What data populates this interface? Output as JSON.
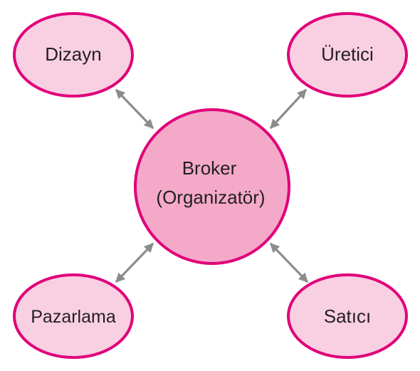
{
  "diagram": {
    "center": {
      "label_line1": "Broker",
      "label_line2": "(Organizatör)",
      "fill": "#f4a9c9",
      "stroke": "#e0007a"
    },
    "nodes": [
      {
        "id": "dizayn",
        "label": "Dizayn"
      },
      {
        "id": "uretici",
        "label": "Üretici"
      },
      {
        "id": "pazarlama",
        "label": "Pazarlama"
      },
      {
        "id": "satici",
        "label": "Satıcı"
      }
    ],
    "node_fill": "#f9cfe2",
    "node_stroke": "#e0007a",
    "arrow_color": "#8c8c8c"
  }
}
